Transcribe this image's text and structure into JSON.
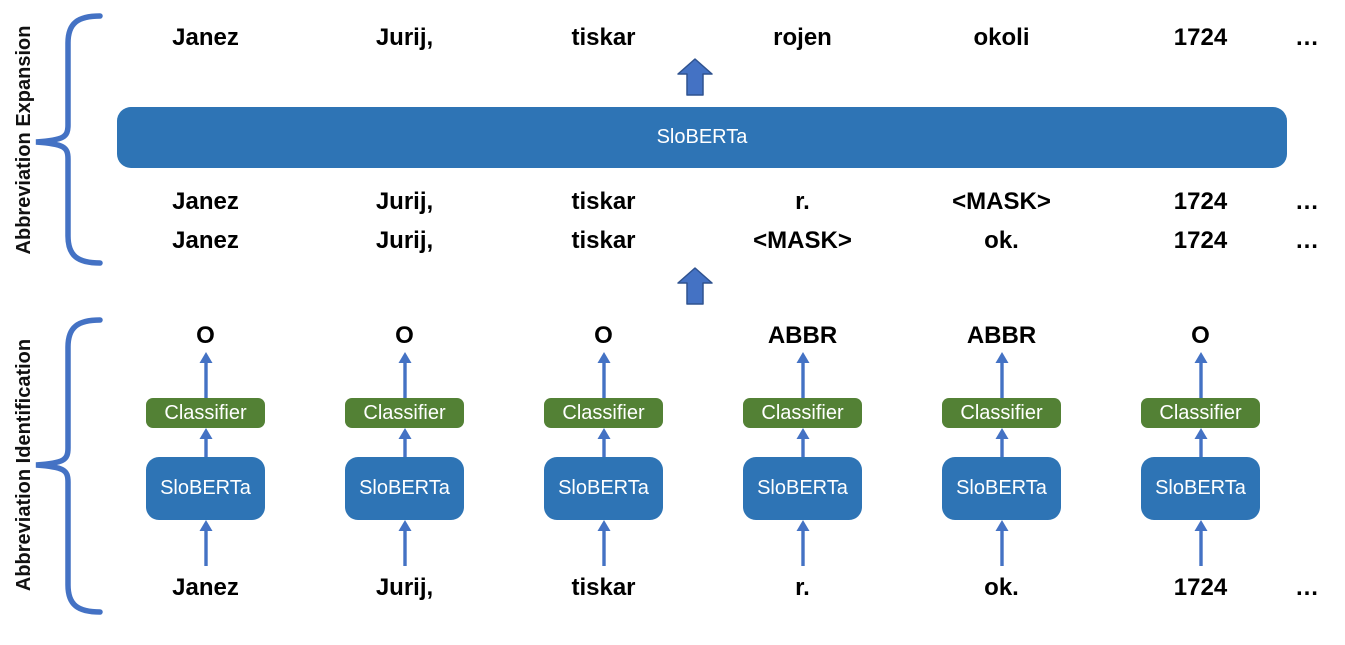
{
  "labels": {
    "expansion": "Abbreviation Expansion",
    "identification": "Abbreviation Identification"
  },
  "colors": {
    "box_blue": "#2E74B5",
    "classifier_green": "#538135",
    "arrow_blue": "#4472C4",
    "arrow_border": "#2F528F",
    "brace_blue": "#4472C4",
    "text": "#000000"
  },
  "expansion": {
    "model_label": "SloBERTa",
    "output_tokens": [
      "Janez",
      "Jurij,",
      "tiskar",
      "rojen",
      "okoli",
      "1724"
    ],
    "output_ellipsis": "…",
    "input_rows": [
      {
        "tokens": [
          "Janez",
          "Jurij,",
          "tiskar",
          "r.",
          "<MASK>",
          "1724"
        ],
        "ellipsis": "…"
      },
      {
        "tokens": [
          "Janez",
          "Jurij,",
          "tiskar",
          "<MASK>",
          "ok.",
          "1724"
        ],
        "ellipsis": "…"
      }
    ]
  },
  "identification": {
    "columns": [
      {
        "tag": "O",
        "classifier": "Classifier",
        "model": "SloBERTa",
        "token": "Janez"
      },
      {
        "tag": "O",
        "classifier": "Classifier",
        "model": "SloBERTa",
        "token": "Jurij,"
      },
      {
        "tag": "O",
        "classifier": "Classifier",
        "model": "SloBERTa",
        "token": "tiskar"
      },
      {
        "tag": "ABBR",
        "classifier": "Classifier",
        "model": "SloBERTa",
        "token": "r."
      },
      {
        "tag": "ABBR",
        "classifier": "Classifier",
        "model": "SloBERTa",
        "token": "ok."
      },
      {
        "tag": "O",
        "classifier": "Classifier",
        "model": "SloBERTa",
        "token": "1724"
      }
    ],
    "ellipsis": "…"
  }
}
